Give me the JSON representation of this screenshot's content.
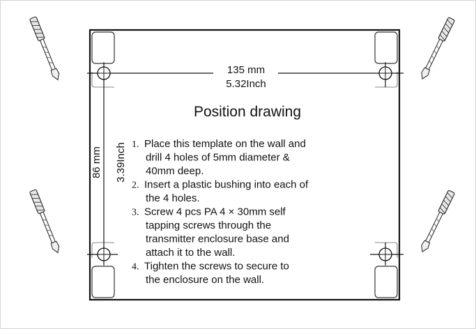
{
  "drawing": {
    "title": "Position drawing",
    "width_mm": "135 mm",
    "width_inch": "5.32Inch",
    "height_mm": "86 mm",
    "height_inch": "3.39Inch"
  },
  "steps": [
    {
      "num": "1.",
      "lines": [
        "Place this template on the wall and",
        "drill 4 holes of 5mm diameter &",
        "40mm deep."
      ]
    },
    {
      "num": "2.",
      "lines": [
        "Insert a plastic bushing into each of",
        "the 4 holes."
      ]
    },
    {
      "num": "3.",
      "lines": [
        "Screw 4 pcs PA 4 × 30mm self",
        "tapping screws through the",
        "transmitter enclosure base and",
        "attach it to the wall."
      ]
    },
    {
      "num": "4.",
      "lines": [
        "Tighten the screws to secure to",
        "the enclosure on the wall."
      ]
    }
  ]
}
